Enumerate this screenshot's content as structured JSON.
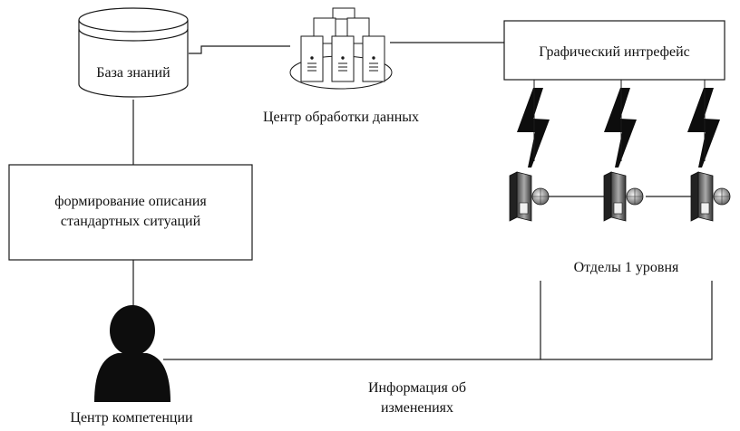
{
  "nodes": {
    "knowledge_base": {
      "label": "База знаний"
    },
    "data_center": {
      "label": "Центр обработки данных"
    },
    "gui": {
      "label": "Графический интрефейс"
    },
    "situations": {
      "line1": "формирование описания",
      "line2": "стандартных ситуаций"
    },
    "departments": {
      "label": "Отделы 1 уровня"
    },
    "competence_center": {
      "label": "Центр компетенции"
    },
    "change_info": {
      "line1": "Информация об",
      "line2": "изменениях"
    }
  },
  "icons": [
    "database-icon",
    "server-cluster-icon",
    "lightning-icon",
    "workstation-icon",
    "person-icon"
  ],
  "colors": {
    "line": "#1a1a1a",
    "icon_dark": "#0d0d0d",
    "icon_mid": "#7a7a7a",
    "icon_light": "#d4d4d4"
  }
}
